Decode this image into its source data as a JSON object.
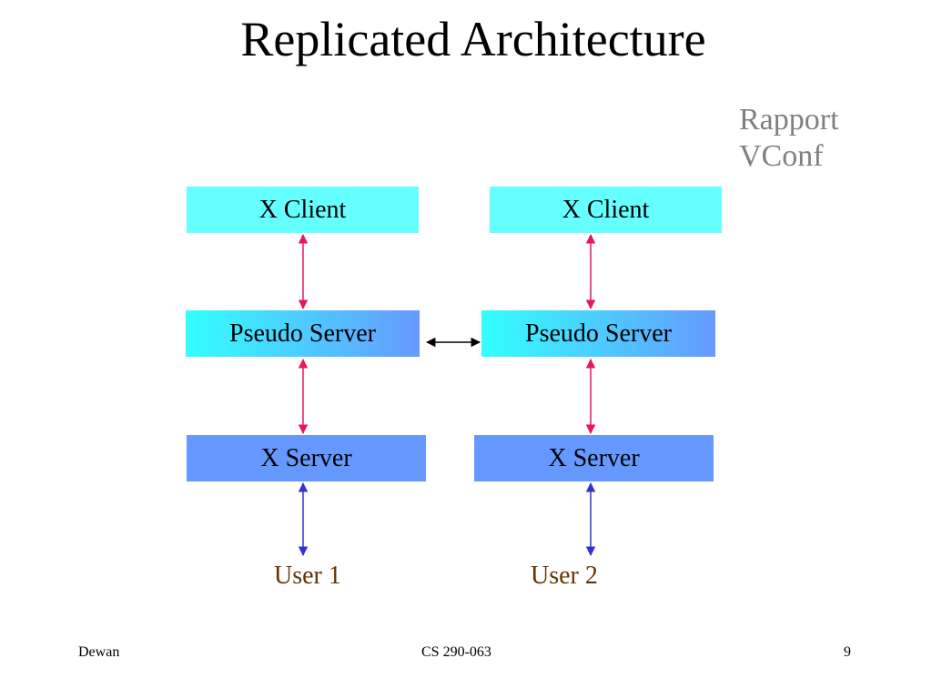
{
  "slide": {
    "title": "Replicated Architecture",
    "side_note": [
      "Rapport",
      "VConf"
    ]
  },
  "diagram": {
    "left": {
      "client": "X Client",
      "pseudo": "Pseudo Server",
      "server": "X Server",
      "user": "User 1"
    },
    "right": {
      "client": "X Client",
      "pseudo": "Pseudo Server",
      "server": "X Server",
      "user": "User 2"
    }
  },
  "colors": {
    "client_box": "#66ffff",
    "server_box": "#6699ff",
    "pseudo_gradient_start": "#33ffff",
    "pseudo_gradient_end": "#6699ff",
    "client_pseudo_arrows": "#e8175d",
    "user_arrows": "#3333cc",
    "peer_arrow": "#000000",
    "user_text": "#663300",
    "side_note_text": "#808080"
  },
  "footer": {
    "left": "Dewan",
    "center": "CS 290-063",
    "right": "9"
  }
}
